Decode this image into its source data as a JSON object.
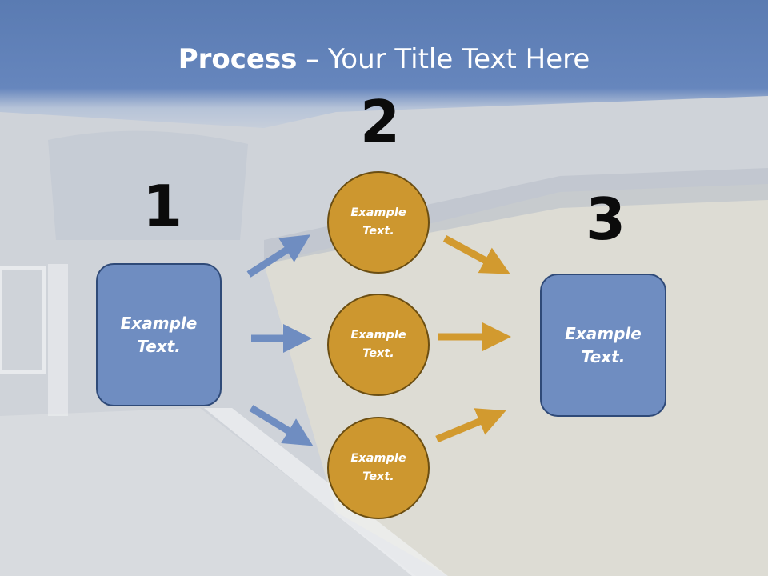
{
  "slide": {
    "title_bold": "Process",
    "title_rest": " – Your Title Text Here",
    "steps": {
      "one": "1",
      "two": "2",
      "three": "3"
    },
    "left_box": "Example\nText.",
    "circles": [
      "Example\nText.",
      "Example\nText.",
      "Example\nText."
    ],
    "right_box": "Example\nText."
  },
  "colors": {
    "title_bar": "#6686bd",
    "box_fill": "#6f8dc1",
    "circle_fill": "#cd972f",
    "arrow_blue": "#6f8dc1",
    "arrow_gold": "#d29a2f"
  }
}
